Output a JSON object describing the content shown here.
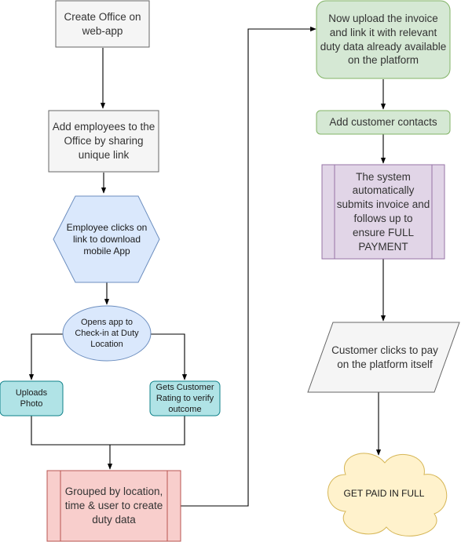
{
  "nodes": {
    "create_office": "Create Office on web-app",
    "add_employees": "Add employees to the Office by sharing unique link",
    "employee_clicks": "Employee clicks on link to download mobile App",
    "opens_app": "Opens app to Check-in at Duty Location",
    "uploads_photo": "Uploads Photo",
    "gets_rating": "Gets Customer Rating to verify outcome",
    "grouped": "Grouped by location, time & user to create duty data",
    "upload_invoice": "Now upload the invoice and link it with relevant duty data already available on the platform",
    "add_contacts": "Add customer contacts",
    "system_submits": "The system automatically submits invoice and follows up to ensure FULL PAYMENT",
    "customer_clicks": "Customer clicks to pay\non the platform itself",
    "get_paid": "GET PAID IN FULL"
  },
  "colors": {
    "gray_fill": "#f5f5f5",
    "gray_stroke": "#666666",
    "blue_fill": "#dae8fc",
    "blue_stroke": "#6c8ebf",
    "teal_fill": "#b0e3e6",
    "teal_stroke": "#0e8088",
    "red_fill": "#f8cecc",
    "red_stroke": "#b85450",
    "green_fill": "#d5e8d4",
    "green_stroke": "#82b366",
    "purple_fill": "#e1d5e7",
    "purple_stroke": "#9673a6",
    "yellow_fill": "#fff2cc",
    "yellow_stroke": "#d6b656",
    "connector": "#000000"
  }
}
